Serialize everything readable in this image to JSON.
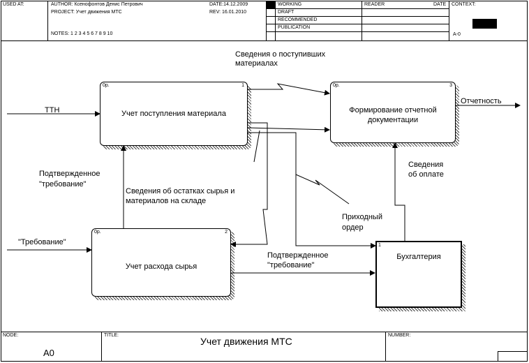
{
  "header": {
    "used_at": "USED AT:",
    "author": "AUTHOR:  Ксенофонтов Денис Петрович",
    "project": "PROJECT:  Учет движения МТС",
    "date": "DATE:14.12.2009",
    "rev": "REV:  16.01.2010",
    "notes": "NOTES:  1  2  3  4  5  6  7  8  9  10",
    "status": [
      "WORKING",
      "DRAFT",
      "RECOMMENDED",
      "PUBLICATION"
    ],
    "reader": "READER",
    "date_label": "DATE",
    "context": "CONTEXT:",
    "context_node": "A-0"
  },
  "boxes": [
    {
      "title": "Учет поступления материала",
      "cost": "0р.",
      "number": "1"
    },
    {
      "title": "Формирование отчетной документации",
      "cost": "0р.",
      "number": "3"
    },
    {
      "title": "Учет расхода сырья",
      "cost": "0р.",
      "number": "2"
    },
    {
      "title": "Бухгалтерия",
      "cost": "",
      "number": "1"
    }
  ],
  "labels": {
    "ttn": "ТТН",
    "received_info_1": "Сведения о поступивших",
    "received_info_2": "материалах",
    "reporting": "Отчетность",
    "confirmed_req_1_a": "Подтвержденное",
    "confirmed_req_1_b": "\"требование\"",
    "stock_info_1": "Сведения об остатках сырья и",
    "stock_info_2": "материалов на складе",
    "payment_1": "Сведения",
    "payment_2": "об оплате",
    "receipt_1": "Приходный",
    "receipt_2": "ордер",
    "requirement": "\"Требование\"",
    "confirmed_req_2_a": "Подтвержденное",
    "confirmed_req_2_b": "\"требование\""
  },
  "footer": {
    "node_label": "NODE:",
    "node_value": "A0",
    "title_label": "TITLE:",
    "title_value": "Учет движения МТС",
    "number_label": "NUMBER:"
  }
}
